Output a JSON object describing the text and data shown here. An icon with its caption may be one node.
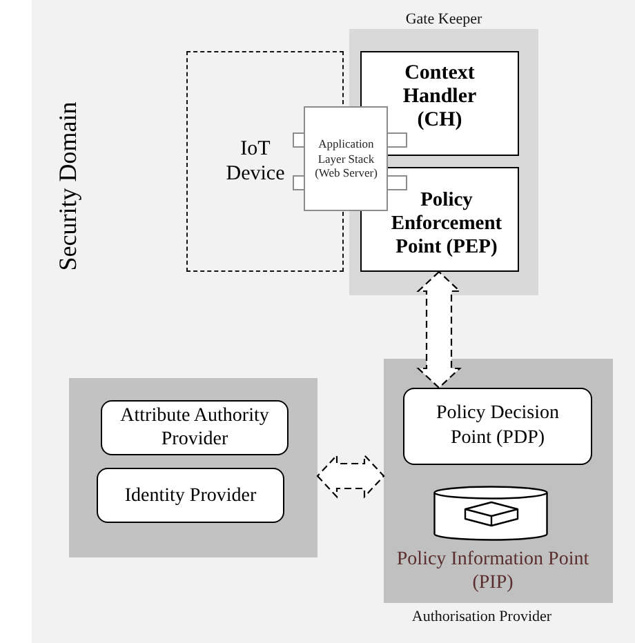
{
  "diagram": {
    "nodes": [
      {
        "text": [
          "Security Domain"
        ]
      },
      {
        "text": [
          "Gate Keeper"
        ],
        "in": 0
      },
      {
        "text": [
          "IoT Device"
        ],
        "in": 0
      },
      {
        "text": [
          "Application Layer Stack (Web Server)"
        ],
        "in": 0
      },
      {
        "text": [
          "Context Handler (CH)"
        ],
        "in": 1
      },
      {
        "text": [
          "Policy Enforcement Point (PEP)"
        ],
        "in": 1
      },
      {
        "text": [],
        "shape": "box",
        "in": 0
      },
      {
        "text": [
          "Attribute Authority Provider"
        ],
        "in": 6
      },
      {
        "text": [
          "Identity Provider"
        ],
        "in": 6
      },
      {
        "text": [
          "Authorisation Provider"
        ],
        "in": 0
      },
      {
        "text": [
          "Policy Decision Point (PDP)"
        ],
        "in": 9
      },
      {
        "text": [],
        "shape": "cylinder",
        "in": 9,
        "beside": [
          "Policy Information Point (PIP)"
        ]
      }
    ],
    "edges": [
      {
        "from": 5,
        "to": 10,
        "arrow": "both",
        "style": "dashed"
      },
      {
        "from": 6,
        "to": 9,
        "arrow": "both",
        "style": "dashed"
      }
    ]
  }
}
